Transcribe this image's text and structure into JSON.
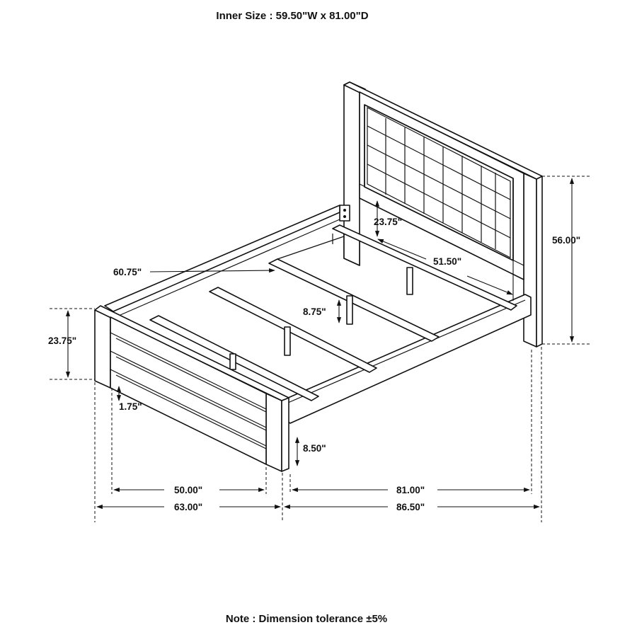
{
  "header": {
    "inner_size": "Inner Size : 59.50\"W x 81.00\"D"
  },
  "footer": {
    "note": "Note : Dimension tolerance ±5%"
  },
  "dimensions": {
    "headboard_height": "56.00\"",
    "headboard_rail_clearance": "23.75\"",
    "inner_length": "51.50\"",
    "side_rail_length": "60.75\"",
    "slat_clearance": "8.75\"",
    "footboard_height": "23.75\"",
    "footboard_gap": "1.75\"",
    "rail_height": "8.50\"",
    "footboard_inner_width": "50.00\"",
    "overall_width": "63.00\"",
    "inner_depth": "81.00\"",
    "overall_length": "86.50\""
  }
}
